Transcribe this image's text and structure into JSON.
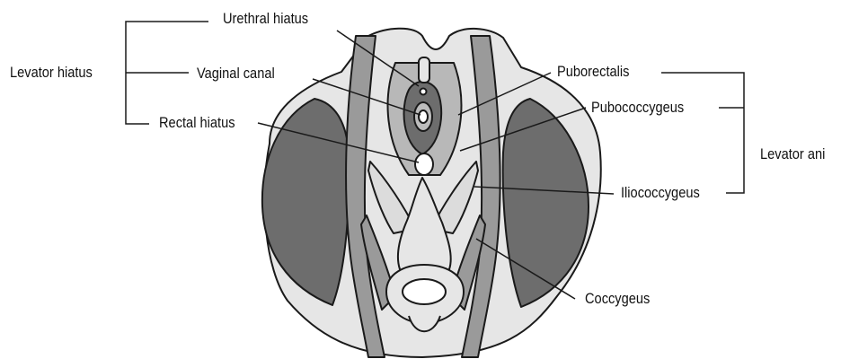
{
  "labels": {
    "urethral_hiatus": "Urethral hiatus",
    "levator_hiatus": "Levator hiatus",
    "vaginal_canal": "Vaginal canal",
    "rectal_hiatus": "Rectal hiatus",
    "puborectalis": "Puborectalis",
    "pubococcygeus": "Pubococcygeus",
    "levator_ani": "Levator ani",
    "iliococcygeus": "Iliococcygeus",
    "coccygeus": "Coccygeus"
  },
  "colors": {
    "outline": "#1a1a1a",
    "muscle_dark": "#6d6d6d",
    "muscle_mid": "#9a9a9a",
    "muscle_light": "#c9c9c9",
    "pale": "#e6e6e6",
    "label_text": "#111111"
  }
}
